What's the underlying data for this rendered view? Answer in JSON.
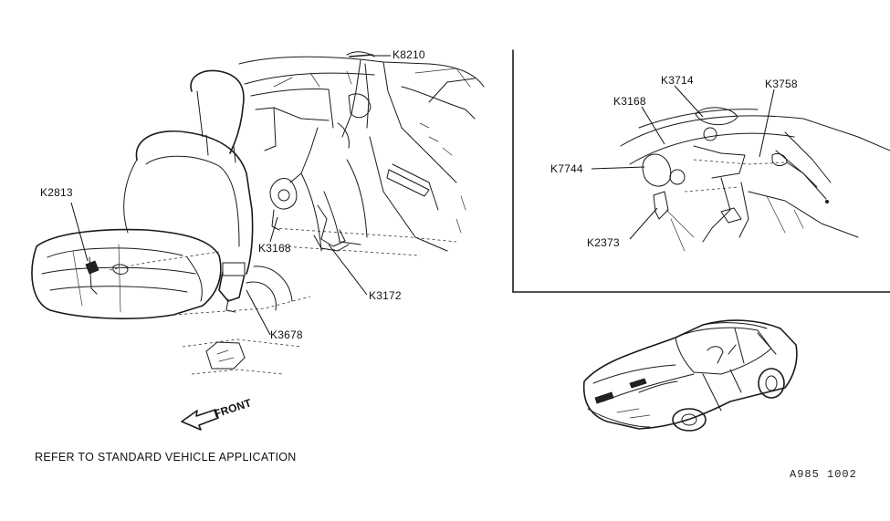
{
  "labels": {
    "k8210": "K8210",
    "k2813": "K2813",
    "k3168_left": "K3168",
    "k3172": "K3172",
    "k3678": "K3678",
    "k3714": "K3714",
    "k3168_right": "K3168",
    "k3758": "K3758",
    "k7744": "K7744",
    "k2373": "K2373"
  },
  "front_arrow_label": "FRONT",
  "note": "REFER TO STANDARD VEHICLE APPLICATION",
  "drawing_code": "A985 1002"
}
